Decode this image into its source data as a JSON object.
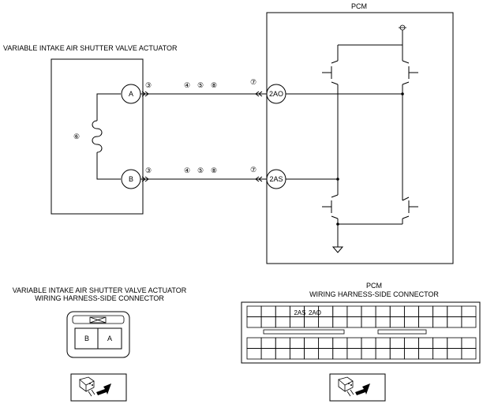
{
  "labels": {
    "actuator_title": "VARIABLE INTAKE AIR SHUTTER VALVE ACTUATOR",
    "pcm_title": "PCM",
    "pin_a": "A",
    "pin_b": "B",
    "pin_2ao": "2AO",
    "pin_2as": "2AS",
    "coil_ref": "⑥",
    "ref_3": "③",
    "ref_4": "④",
    "ref_5": "⑤",
    "ref_8": "⑧",
    "ref_7": "⑦"
  },
  "bottom": {
    "actuator_connector_line1": "VARIABLE INTAKE AIR SHUTTER VALVE ACTUATOR",
    "actuator_connector_line2": "WIRING HARNESS-SIDE CONNECTOR",
    "actuator_cell_b": "B",
    "actuator_cell_a": "A",
    "pcm_connector_line1": "PCM",
    "pcm_connector_line2": "WIRING HARNESS-SIDE CONNECTOR",
    "pcm_cell_2as": "2AS",
    "pcm_cell_2ao": "2AO"
  },
  "icons": [
    "connector-view-icon",
    "connector-view-icon",
    "ground-icon",
    "power-supply-icon"
  ]
}
